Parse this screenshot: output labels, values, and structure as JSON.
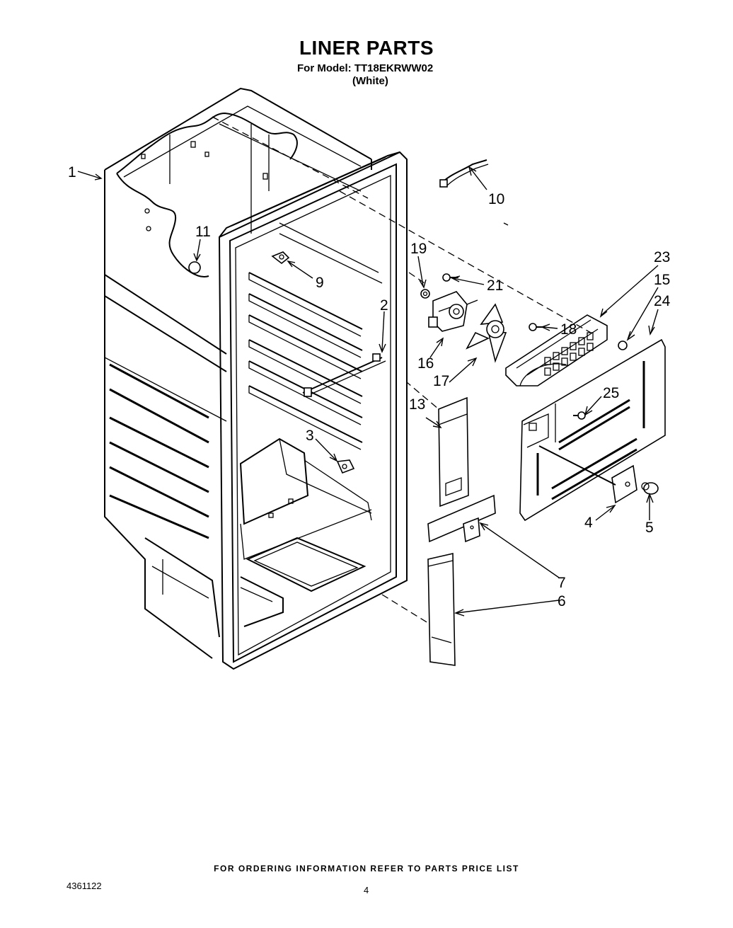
{
  "header": {
    "title": "LINER PARTS",
    "model_line": "For Model: TT18EKRWW02",
    "color_line": "(White)"
  },
  "callouts": {
    "c1": "1",
    "c2": "2",
    "c3": "3",
    "c4": "4",
    "c5": "5",
    "c6": "6",
    "c7": "7",
    "c9": "9",
    "c10": "10",
    "c11": "11",
    "c13": "13",
    "c15": "15",
    "c16": "16",
    "c17": "17",
    "c18": "18",
    "c19": "19",
    "c21": "21",
    "c23": "23",
    "c24": "24",
    "c25": "25"
  },
  "footer": {
    "ordering_info": "FOR ORDERING INFORMATION REFER TO PARTS PRICE LIST",
    "doc_number": "4361122",
    "page_number": "4"
  }
}
